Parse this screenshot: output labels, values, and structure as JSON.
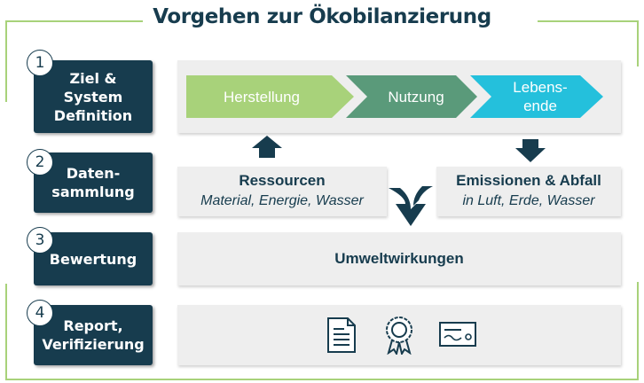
{
  "title": "Vorgehen zur Ökobilanzierung",
  "steps": [
    {
      "number": "1",
      "label": "Ziel &\nSystem\nDefinition"
    },
    {
      "number": "2",
      "label": "Daten-\nsammlung"
    },
    {
      "number": "3",
      "label": "Bewertung"
    },
    {
      "number": "4",
      "label": "Report,\nVerifizierung"
    }
  ],
  "lifecycle": [
    {
      "label": "Herstellung",
      "color": "#a8d27a"
    },
    {
      "label": "Nutzung",
      "color": "#5a9a7a"
    },
    {
      "label": "Lebens-\nende",
      "color": "#24c0dc"
    }
  ],
  "resources": {
    "title": "Ressourcen",
    "subtitle": "Material, Energie, Wasser"
  },
  "emissions": {
    "title": "Emissionen & Abfall",
    "subtitle": "in Luft, Erde, Wasser"
  },
  "assessment": {
    "label": "Umweltwirkungen"
  },
  "report_icons": [
    "document-icon",
    "award-rosette-icon",
    "certificate-icon"
  ],
  "colors": {
    "navy": "#173c4e",
    "green": "#a8d27a",
    "teal": "#5a9a7a",
    "cyan": "#24c0dc",
    "panel": "#eeeeee"
  }
}
